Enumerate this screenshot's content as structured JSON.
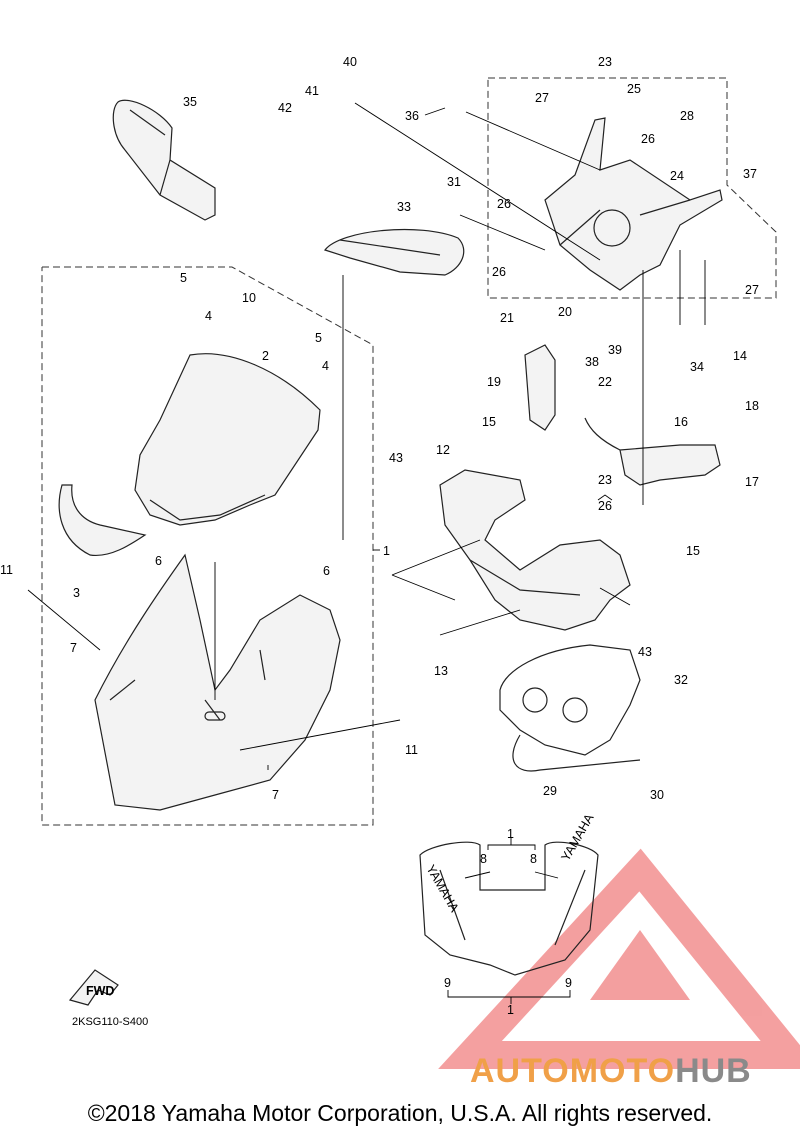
{
  "diagram": {
    "callouts": [
      {
        "id": "c35",
        "text": "35"
      },
      {
        "id": "c40",
        "text": "40"
      },
      {
        "id": "c41",
        "text": "41"
      },
      {
        "id": "c42",
        "text": "42"
      },
      {
        "id": "c36",
        "text": "36"
      },
      {
        "id": "c23a",
        "text": "23"
      },
      {
        "id": "c27a",
        "text": "27"
      },
      {
        "id": "c25",
        "text": "25"
      },
      {
        "id": "c28",
        "text": "28"
      },
      {
        "id": "c26a",
        "text": "26"
      },
      {
        "id": "c24",
        "text": "24"
      },
      {
        "id": "c37",
        "text": "37"
      },
      {
        "id": "c31",
        "text": "31"
      },
      {
        "id": "c33",
        "text": "33"
      },
      {
        "id": "c26b",
        "text": "26"
      },
      {
        "id": "c26c",
        "text": "26"
      },
      {
        "id": "c27b",
        "text": "27"
      },
      {
        "id": "c5a",
        "text": "5"
      },
      {
        "id": "c10",
        "text": "10"
      },
      {
        "id": "c4a",
        "text": "4"
      },
      {
        "id": "c5b",
        "text": "5"
      },
      {
        "id": "c2",
        "text": "2"
      },
      {
        "id": "c4b",
        "text": "4"
      },
      {
        "id": "c21",
        "text": "21"
      },
      {
        "id": "c20",
        "text": "20"
      },
      {
        "id": "c38",
        "text": "38"
      },
      {
        "id": "c39",
        "text": "39"
      },
      {
        "id": "c34",
        "text": "34"
      },
      {
        "id": "c14",
        "text": "14"
      },
      {
        "id": "c19",
        "text": "19"
      },
      {
        "id": "c22",
        "text": "22"
      },
      {
        "id": "c18",
        "text": "18"
      },
      {
        "id": "c15a",
        "text": "15"
      },
      {
        "id": "c16",
        "text": "16"
      },
      {
        "id": "c17",
        "text": "17"
      },
      {
        "id": "c43a",
        "text": "43"
      },
      {
        "id": "c12",
        "text": "12"
      },
      {
        "id": "c23b",
        "text": "23"
      },
      {
        "id": "c26d",
        "text": "26"
      },
      {
        "id": "c1a",
        "text": "1"
      },
      {
        "id": "c15b",
        "text": "15"
      },
      {
        "id": "c3",
        "text": "3"
      },
      {
        "id": "c6a",
        "text": "6"
      },
      {
        "id": "c6b",
        "text": "6"
      },
      {
        "id": "c11a",
        "text": "11"
      },
      {
        "id": "c7a",
        "text": "7"
      },
      {
        "id": "c43b",
        "text": "43"
      },
      {
        "id": "c13",
        "text": "13"
      },
      {
        "id": "c32",
        "text": "32"
      },
      {
        "id": "c11b",
        "text": "11"
      },
      {
        "id": "c7b",
        "text": "7"
      },
      {
        "id": "c29",
        "text": "29"
      },
      {
        "id": "c30",
        "text": "30"
      },
      {
        "id": "c1b",
        "text": "1"
      },
      {
        "id": "c8a",
        "text": "8"
      },
      {
        "id": "c8b",
        "text": "8"
      },
      {
        "id": "c9a",
        "text": "9"
      },
      {
        "id": "c9b",
        "text": "9"
      },
      {
        "id": "c1c",
        "text": "1"
      }
    ],
    "decal_text": "YAMAHA",
    "fwd_text": "FWD",
    "part_code": "2KSG110-S400"
  },
  "watermark": {
    "brand_a": "AUTOMOTO",
    "brand_b": "HUB",
    "color_a": "#f0a048",
    "color_b": "#8a8a8a",
    "logo_color": "#f08080"
  },
  "footer": {
    "copyright": "©2018 Yamaha Motor Corporation, U.S.A. All rights reserved."
  }
}
